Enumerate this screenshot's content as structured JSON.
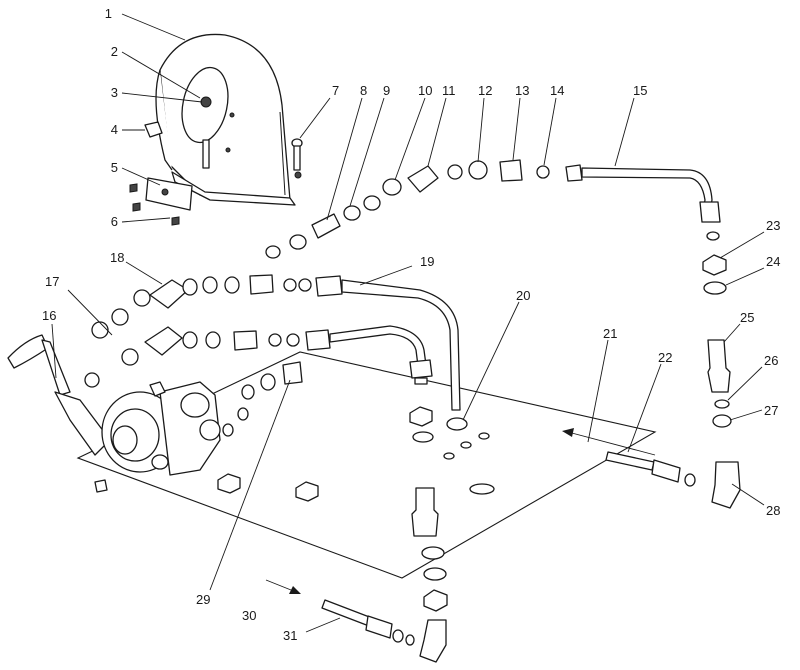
{
  "diagram": {
    "callouts": [
      {
        "id": "c1",
        "text": "1"
      },
      {
        "id": "c2",
        "text": "2"
      },
      {
        "id": "c3",
        "text": "3"
      },
      {
        "id": "c4",
        "text": "4"
      },
      {
        "id": "c5",
        "text": "5"
      },
      {
        "id": "c6",
        "text": "6"
      },
      {
        "id": "c7",
        "text": "7"
      },
      {
        "id": "c8",
        "text": "8"
      },
      {
        "id": "c9",
        "text": "9"
      },
      {
        "id": "c10",
        "text": "10"
      },
      {
        "id": "c11",
        "text": "11"
      },
      {
        "id": "c12",
        "text": "12"
      },
      {
        "id": "c13",
        "text": "13"
      },
      {
        "id": "c14",
        "text": "14"
      },
      {
        "id": "c15",
        "text": "15"
      },
      {
        "id": "c16",
        "text": "16"
      },
      {
        "id": "c17",
        "text": "17"
      },
      {
        "id": "c18",
        "text": "18"
      },
      {
        "id": "c19",
        "text": "19"
      },
      {
        "id": "c20",
        "text": "20"
      },
      {
        "id": "c21",
        "text": "21"
      },
      {
        "id": "c22",
        "text": "22"
      },
      {
        "id": "c23",
        "text": "23"
      },
      {
        "id": "c24",
        "text": "24"
      },
      {
        "id": "c25",
        "text": "25"
      },
      {
        "id": "c26",
        "text": "26"
      },
      {
        "id": "c27",
        "text": "27"
      },
      {
        "id": "c28",
        "text": "28"
      },
      {
        "id": "c29",
        "text": "29"
      },
      {
        "id": "c30",
        "text": "30"
      },
      {
        "id": "c31",
        "text": "31"
      }
    ]
  }
}
